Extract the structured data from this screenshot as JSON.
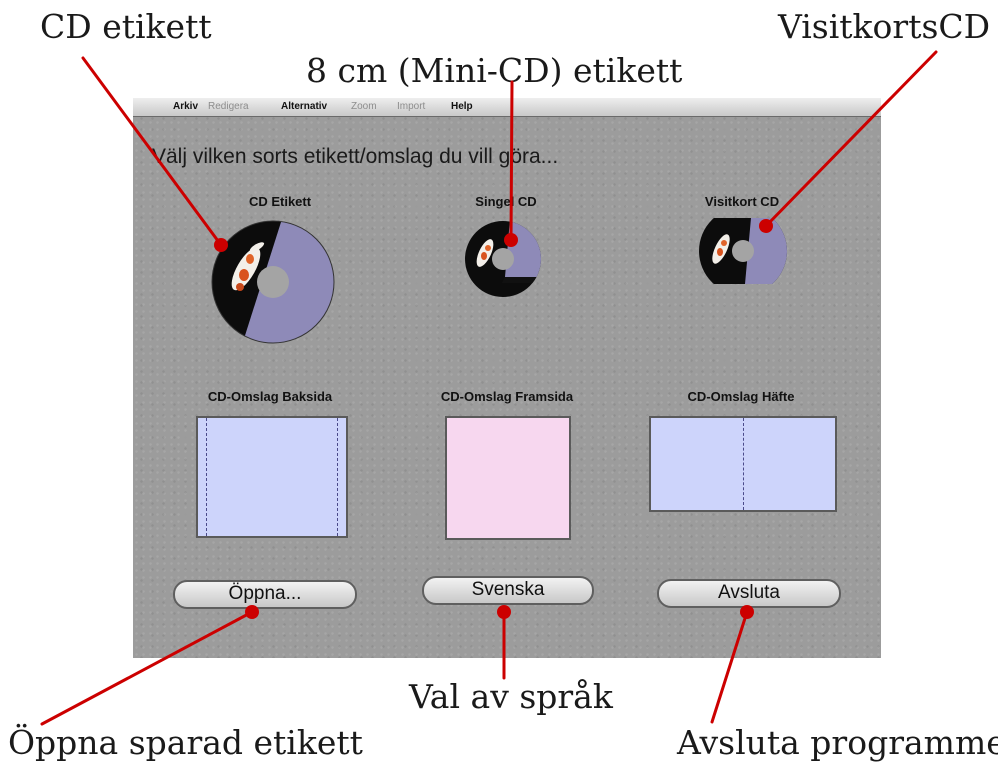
{
  "callouts": {
    "cd_etikett": "CD etikett",
    "mini_cd": "8 cm (Mini-CD) etikett",
    "visitkort": "VisitkortsCD",
    "oppna_sparad": "Öppna sparad etikett",
    "val_av_sprak": "Val av språk",
    "avsluta_programmet": "Avsluta programmet"
  },
  "menu": {
    "arkiv": "Arkiv",
    "redigera": "Redigera",
    "alternativ": "Alternativ",
    "zoom": "Zoom",
    "import": "Import",
    "help": "Help"
  },
  "prompt": "Välj vilken sorts etikett/omslag du vill göra...",
  "labels": {
    "cd_label": "CD Etikett",
    "singel_cd": "Singel CD",
    "visitkort_cd": "Visitkort CD",
    "omslag_baksida": "CD-Omslag Baksida",
    "omslag_framsida": "CD-Omslag Framsida",
    "omslag_hafte": "CD-Omslag Häfte"
  },
  "buttons": {
    "open": "Öppna...",
    "language": "Svenska",
    "quit": "Avsluta"
  },
  "colors": {
    "callout_line": "#cc0000",
    "disc_lavender": "#8e8ab8",
    "cover_blue": "#cdd4fb",
    "cover_pink": "#f7d7ef"
  }
}
